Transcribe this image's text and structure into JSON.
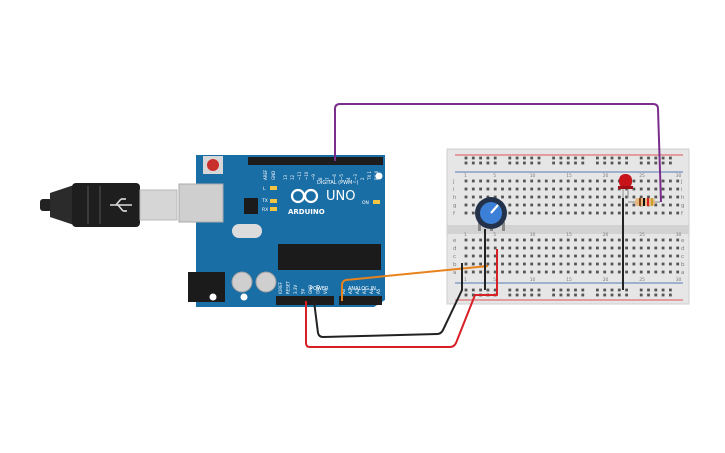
{
  "board": {
    "brand": "ARDUINO",
    "model": "UNO",
    "digital_label": "DIGITAL (PWM~)",
    "power_label": "POWER",
    "analog_label": "ANALOG IN",
    "on_label": "ON",
    "l_label": "L",
    "tx_label": "TX",
    "rx_label": "RX",
    "aref_label": "AREF",
    "gnd_label": "GND",
    "digital_pins": [
      "13",
      "12",
      "~11",
      "~10",
      "~9",
      "8",
      "7",
      "~6",
      "~5",
      "4",
      "~3",
      "2",
      "TX 1",
      "RX 0"
    ],
    "power_pins": [
      "IOREF",
      "RESET",
      "3.3V",
      "5V",
      "GND",
      "GND",
      "Vin"
    ],
    "analog_pins": [
      "A0",
      "A1",
      "A2",
      "A3",
      "A4",
      "A5"
    ],
    "color": "#1a6ea6"
  },
  "breadboard": {
    "row_letters_top": [
      "j",
      "i",
      "h",
      "g",
      "f"
    ],
    "row_letters_bottom": [
      "e",
      "d",
      "c",
      "b",
      "a"
    ],
    "column_numbers": [
      "1",
      "5",
      "10",
      "15",
      "20",
      "25",
      "30"
    ]
  },
  "components": {
    "usb_cable": "usb-b-cable",
    "potentiometer": "potentiometer",
    "led": "red-led",
    "resistor": "resistor"
  },
  "wires": {
    "purple": "#7a2e8c",
    "orange": "#e8821c",
    "black": "#222222",
    "red": "#d81f26"
  }
}
